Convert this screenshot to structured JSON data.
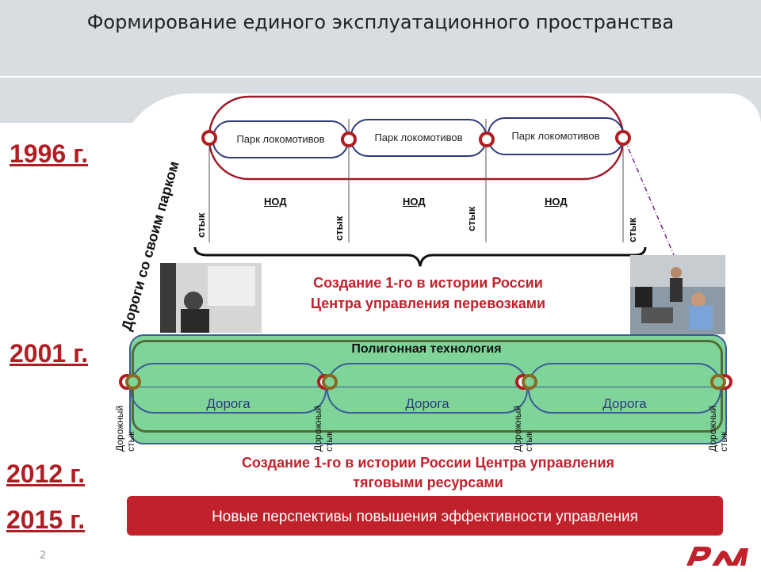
{
  "title": "Формирование единого эксплуатационного пространства",
  "years": [
    "1996 г.",
    "2001 г.",
    "2012 г.",
    "2015 г."
  ],
  "diagonal_label": "Дороги со своим парком",
  "parks": [
    "Парк локомотивов",
    "Парк локомотивов",
    "Парк локомотивов"
  ],
  "stup_label": "стык",
  "nod_label": "НОД",
  "caption1": {
    "line1": "Создание 1-го в истории России",
    "line2": "Центра управления перевозками"
  },
  "polygon_title": "Полигонная технология",
  "roads": [
    "Дорога",
    "Дорога",
    "Дорога"
  ],
  "road_joint": {
    "line1": "Дорожный",
    "line2": "стык"
  },
  "caption2": {
    "line1": "Создание 1-го в истории России Центра управления",
    "line2": "тяговыми ресурсами"
  },
  "banner": "Новые перспективы повышения эффективности управления",
  "page_number": "2",
  "logo": "РЖД",
  "colors": {
    "brand_red": "#c0212b",
    "green": "#7fd49a",
    "navy": "#2b3b7c"
  }
}
